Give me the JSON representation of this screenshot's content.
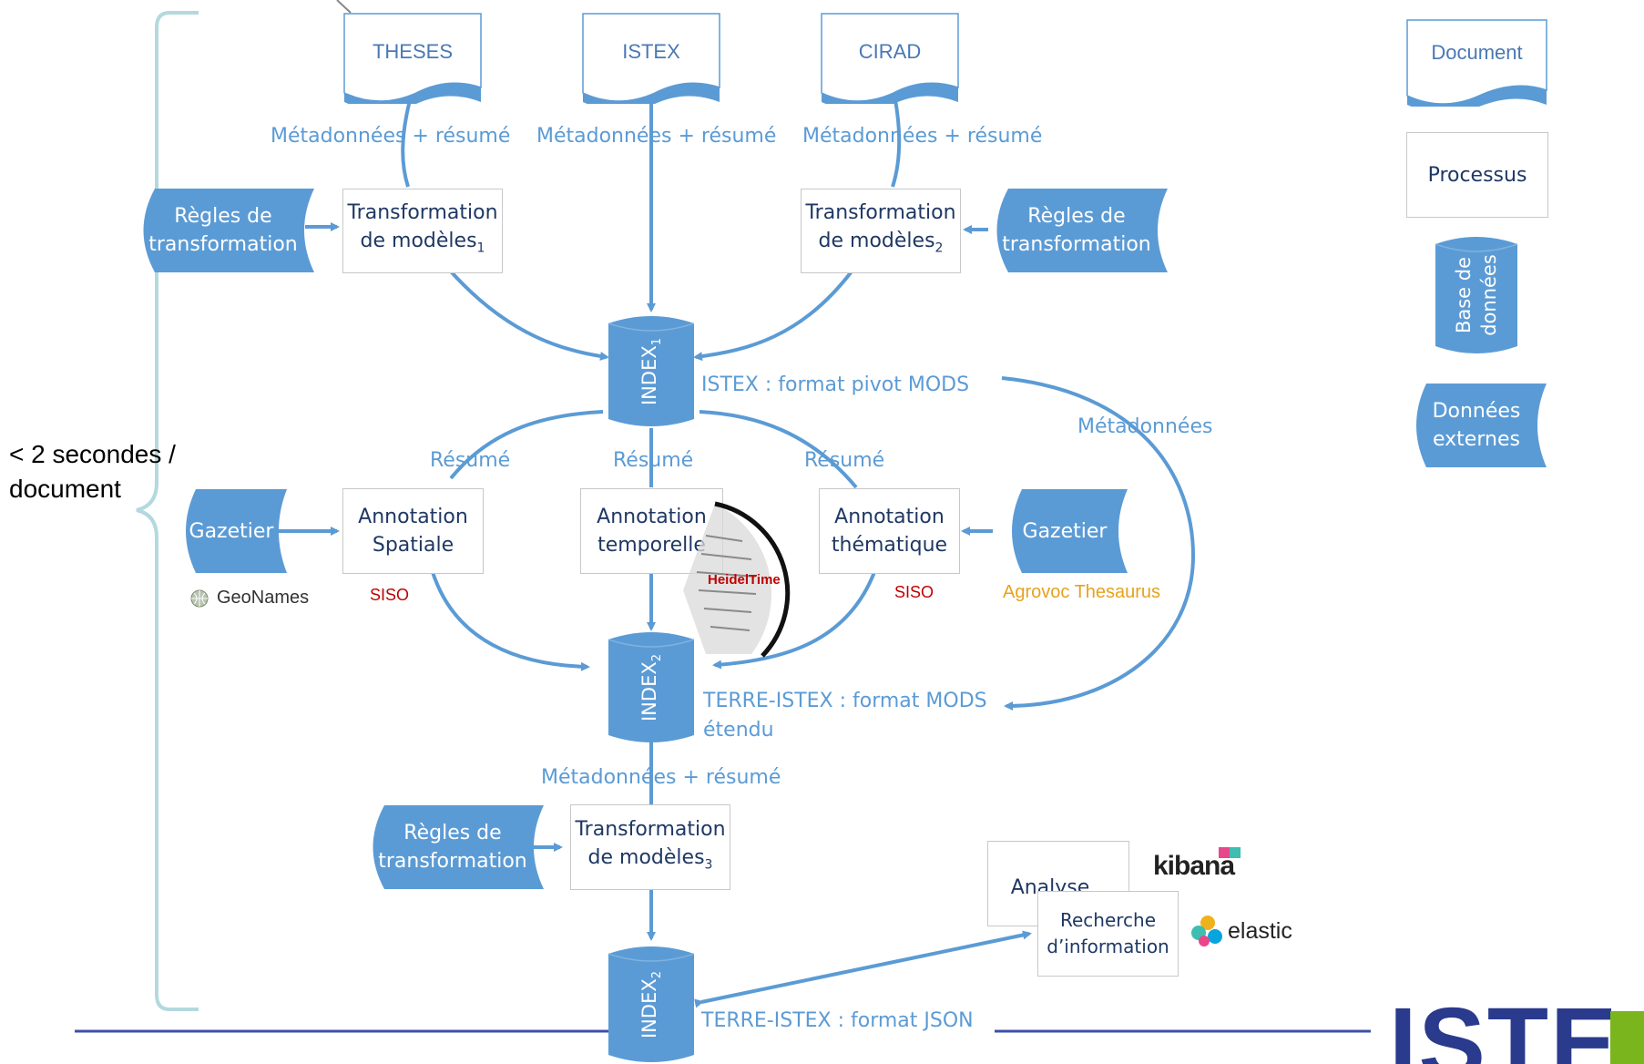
{
  "brace_label": "< 2 secondes / document",
  "sources": [
    "THESES",
    "ISTEX",
    "CIRAD"
  ],
  "flow_labels": {
    "meta_resume": "Métadonnées + résumé",
    "resume": "Résumé",
    "metadonnees": "Métadonnées",
    "index1_note": "ISTEX : format pivot MODS",
    "index2_note_line1": "TERRE-ISTEX : format MODS",
    "index2_note_line2": "étendu",
    "index3_note": "TERRE-ISTEX : format JSON"
  },
  "external": {
    "rules_line1": "Règles de",
    "rules_line2": "transformation",
    "gazetier": "Gazetier"
  },
  "processes": {
    "transform_line1": "Transformation",
    "transform_line2": "de modèles",
    "sub1": "1",
    "sub2": "2",
    "sub3": "3",
    "spatial_line1": "Annotation",
    "spatial_line2": "Spatiale",
    "temporal_line1": "Annotation",
    "temporal_line2": "temporelle",
    "thematic_line1": "Annotation",
    "thematic_line2": "thématique",
    "analyse": "Analyse",
    "search_line1": "Recherche",
    "search_line2": "d’information"
  },
  "databases": {
    "index": "INDEX",
    "sub1": "1",
    "sub2": "2"
  },
  "legend": {
    "document": "Document",
    "processus": "Processus",
    "base_line1": "Base de",
    "base_line2": "données",
    "ext_line1": "Données",
    "ext_line2": "externes"
  },
  "tools": {
    "siso": "SISO",
    "geonames": "GeoNames",
    "agrovoc": "Agrovoc Thesaurus",
    "heideltime": "HeidelTime",
    "kibana": "kibana",
    "elastic": "elastic",
    "istex_logo": "ISTE"
  },
  "colors": {
    "primary": "#5b9bd5",
    "dark_text": "#1f3864",
    "siso": "#c00000",
    "agrovoc": "#e6a21e",
    "istex_dark": "#2a3a8c",
    "istex_green": "#7ab51d"
  }
}
